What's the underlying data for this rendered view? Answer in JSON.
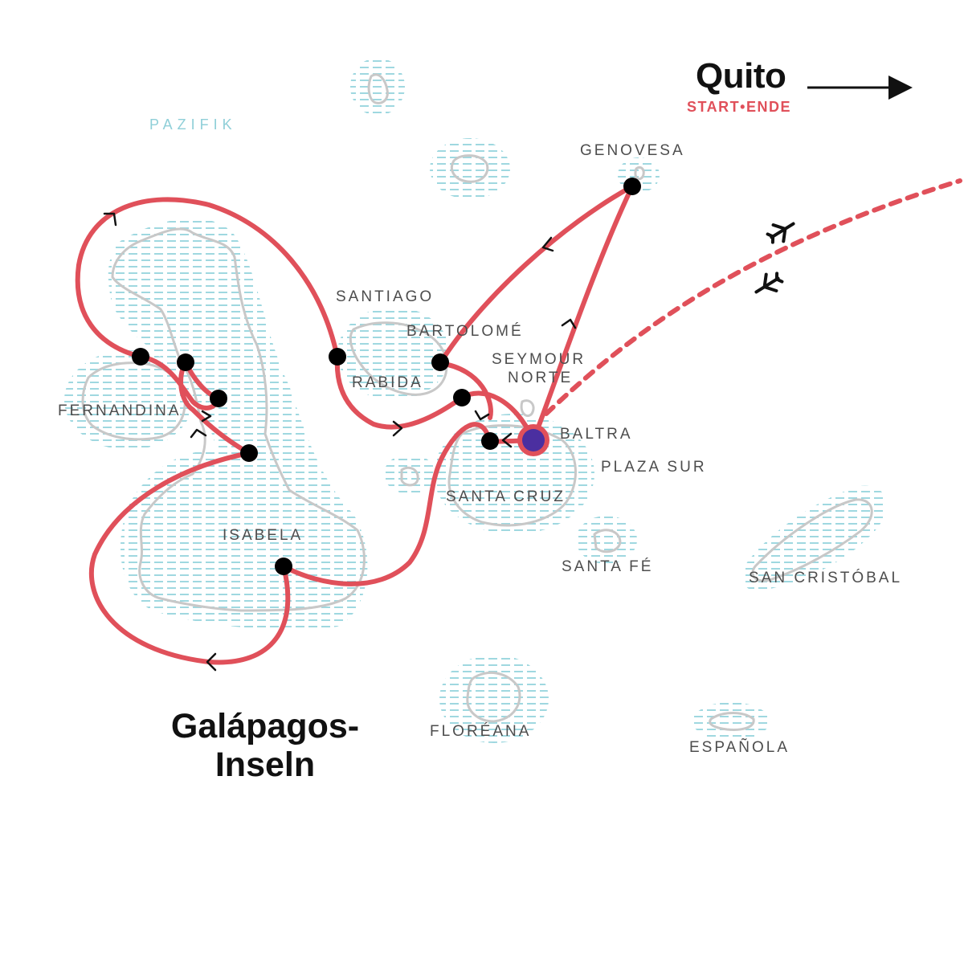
{
  "header": {
    "destination": "Quito",
    "start_label": "START",
    "separator": "•",
    "end_label": "ENDE"
  },
  "title": {
    "line1": "Galápagos-",
    "line2": "Inseln"
  },
  "ocean_label": "PAZIFIK",
  "islands": {
    "genovesa": "GENOVESA",
    "santiago": "SANTIAGO",
    "bartolome": "BARTOLOMÉ",
    "seymour_line1": "SEYMOUR",
    "seymour_line2": "NORTE",
    "rabida": "RABIDA",
    "fernandina": "FERNANDINA",
    "baltra": "BALTRA",
    "plaza_sur": "PLAZA SUR",
    "santa_cruz": "SANTA CRUZ",
    "isabela": "ISABELA",
    "santa_fe": "SANTA FÉ",
    "san_cristobal": "SAN CRISTÓBAL",
    "floreana": "FLORÉANA",
    "espanola": "ESPAÑOLA"
  },
  "colors": {
    "route": "#e0505a",
    "stop": "#000000",
    "start_marker_fill": "#4b2fa0",
    "start_marker_ring": "#e0505a",
    "water_hatch": "#9fd8e0",
    "island_outline": "#c8c8c8",
    "label": "#4d4d4d"
  },
  "icons": {
    "plane_outbound": "airplane-icon",
    "plane_return": "airplane-icon",
    "arrow": "arrow-right-icon"
  }
}
